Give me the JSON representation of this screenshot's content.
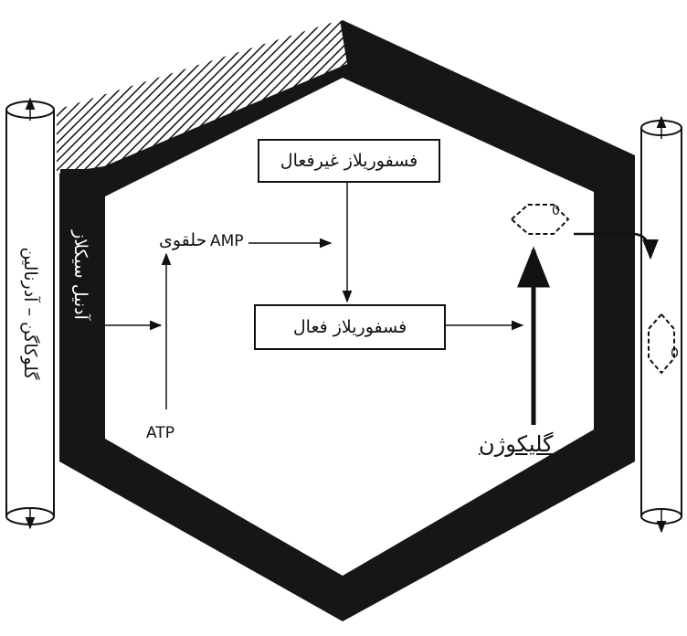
{
  "labels": {
    "inactive_enzyme": "فسفوریلاز غیرفعال",
    "active_enzyme": "فسفوریلاز فعال",
    "amp": "AMP",
    "cyclic": "حلقوی",
    "atp": "ATP",
    "glycogen": "گلیکوژن",
    "hormone": "گلوکاگن – آدرنالین",
    "adenylcyclase": "آدنیل سیکلاز",
    "glucose_mark": "0"
  }
}
